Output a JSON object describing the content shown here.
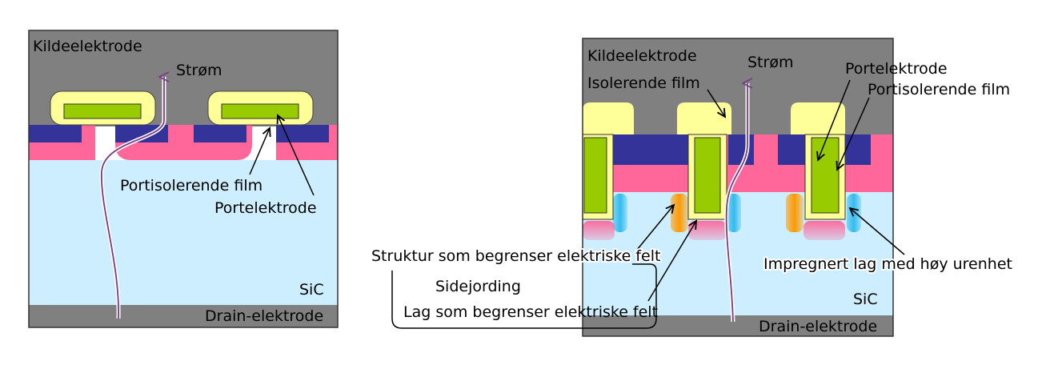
{
  "colors": {
    "electrode": "#808080",
    "sic": "#cceeff",
    "p_region": "#ff6699",
    "n_region": "#333399",
    "gate": "#99cc00",
    "insulator": "#ffff99",
    "field_limit": "#ff9900",
    "impregnated": "#33bbee",
    "current_arrow": "#7a3a8a"
  },
  "left": {
    "source_label": "Kildeelektrode",
    "current_label": "Strøm",
    "gate_oxide_label": "Portisolerende film",
    "gate_label": "Portelektrode",
    "sic_label": "SiC",
    "drain_label": "Drain-elektrode"
  },
  "right": {
    "source_label": "Kildeelektrode",
    "insulating_film_label": "Isolerende film",
    "current_label": "Strøm",
    "gate_label": "Portelektrode",
    "gate_oxide_label": "Portisolerende film",
    "field_limit_structure_label": "Struktur som begrenser elektriske felt",
    "side_ground_label": "Sidejording",
    "field_limit_layer_label": "Lag som begrenser elektriske felt",
    "impregnated_label": "Impregnert lag med høy urenhet",
    "sic_label": "SiC",
    "drain_label": "Drain-elektrode"
  }
}
